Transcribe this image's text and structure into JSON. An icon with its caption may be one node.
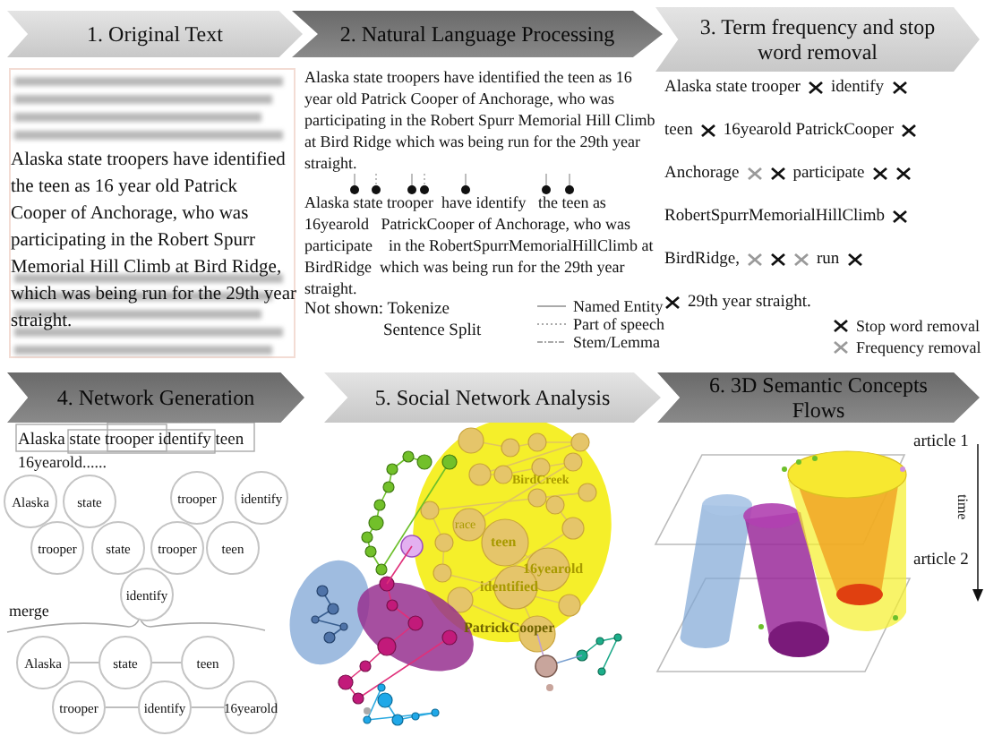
{
  "diagram": {
    "nodes": [
      {
        "text": [
          "1. Original Text"
        ]
      },
      {
        "text": [
          "2. Natural Language Processing"
        ]
      },
      {
        "text": [
          "3. Term frequency and stop word removal"
        ]
      },
      {
        "text": [
          "4. Network Generation"
        ]
      },
      {
        "text": [
          "5. Social Network Analysis"
        ]
      },
      {
        "text": [
          "6. 3D Semantic Concepts Flows"
        ]
      },
      {
        "text": [
          "Alaska"
        ]
      },
      {
        "text": [
          "state"
        ]
      },
      {
        "text": [
          "trooper"
        ]
      },
      {
        "text": [
          "state"
        ]
      },
      {
        "text": [
          "trooper"
        ]
      },
      {
        "text": [
          "identify"
        ]
      },
      {
        "text": [
          "trooper"
        ]
      },
      {
        "text": [
          "identify"
        ]
      },
      {
        "text": [
          "teen"
        ]
      },
      {
        "text": [
          "Alaska"
        ]
      },
      {
        "text": [
          "state"
        ]
      },
      {
        "text": [
          "teen"
        ]
      },
      {
        "text": [
          "trooper"
        ]
      },
      {
        "text": [
          "identify"
        ]
      },
      {
        "text": [
          "16yearold"
        ]
      },
      {
        "text": [
          "Alaska state troopers have identified the teen as 16 year old Patrick Cooper of Anchorage, who was participating in the Robert Spurr Memorial Hill Climb at Bird Ridge  which was being run for the 29th year straight."
        ]
      },
      {
        "text": [
          "Alaska state trooper  have identify   the teen as 16yearold   PatrickCooper of Anchorage, who was participate    in the RobertSpurrMemorialHillClimb at BirdRidge  which was being run for the 29th year straight."
        ]
      }
    ],
    "edges": [
      {
        "from": 15,
        "to": 16,
        "arrow": "none"
      },
      {
        "from": 16,
        "to": 17,
        "arrow": "none"
      },
      {
        "from": 18,
        "to": 19,
        "arrow": "none"
      },
      {
        "from": 19,
        "to": 20,
        "arrow": "none"
      },
      {
        "from": 21,
        "to": 22,
        "arrow": "other"
      },
      {
        "from": 21,
        "to": 22,
        "arrow": "other",
        "style": "dashed"
      },
      {
        "from": 21,
        "to": 22,
        "arrow": "other"
      },
      {
        "from": 21,
        "to": 22,
        "arrow": "other",
        "style": "dashed"
      },
      {
        "from": 21,
        "to": 22,
        "arrow": "other"
      },
      {
        "from": 21,
        "to": 22,
        "arrow": "other"
      },
      {
        "from": 21,
        "to": 22,
        "arrow": "other"
      }
    ],
    "labels": [
      "Alaska state troopers have identified the teen as 16 year old Patrick Cooper of Anchorage, who was participating in the Robert Spurr Memorial Hill Climb at Bird Ridge, which was being run for the 29th year straight.",
      "Not shown: Tokenize",
      "Sentence Split",
      "Alaska state trooper",
      "identify",
      "teen",
      "16yearold PatrickCooper",
      "Anchorage",
      "participate",
      "RobertSpurrMemorialHillClimb",
      "BirdRidge,",
      "run",
      "29th year straight.",
      "Alaska state trooper identify teen",
      "16yearold......",
      "merge",
      "BirdCreek",
      "race",
      "teen",
      "16yearold",
      "identified",
      "PatrickCooper",
      "article 1",
      "time",
      "article 2"
    ],
    "legend": [
      {
        "text": "Named Entity"
      },
      {
        "text": "Part of speech"
      },
      {
        "text": "Stem/Lemma"
      },
      {
        "text": "Stop word removal"
      },
      {
        "text": "Frequency removal"
      }
    ]
  }
}
